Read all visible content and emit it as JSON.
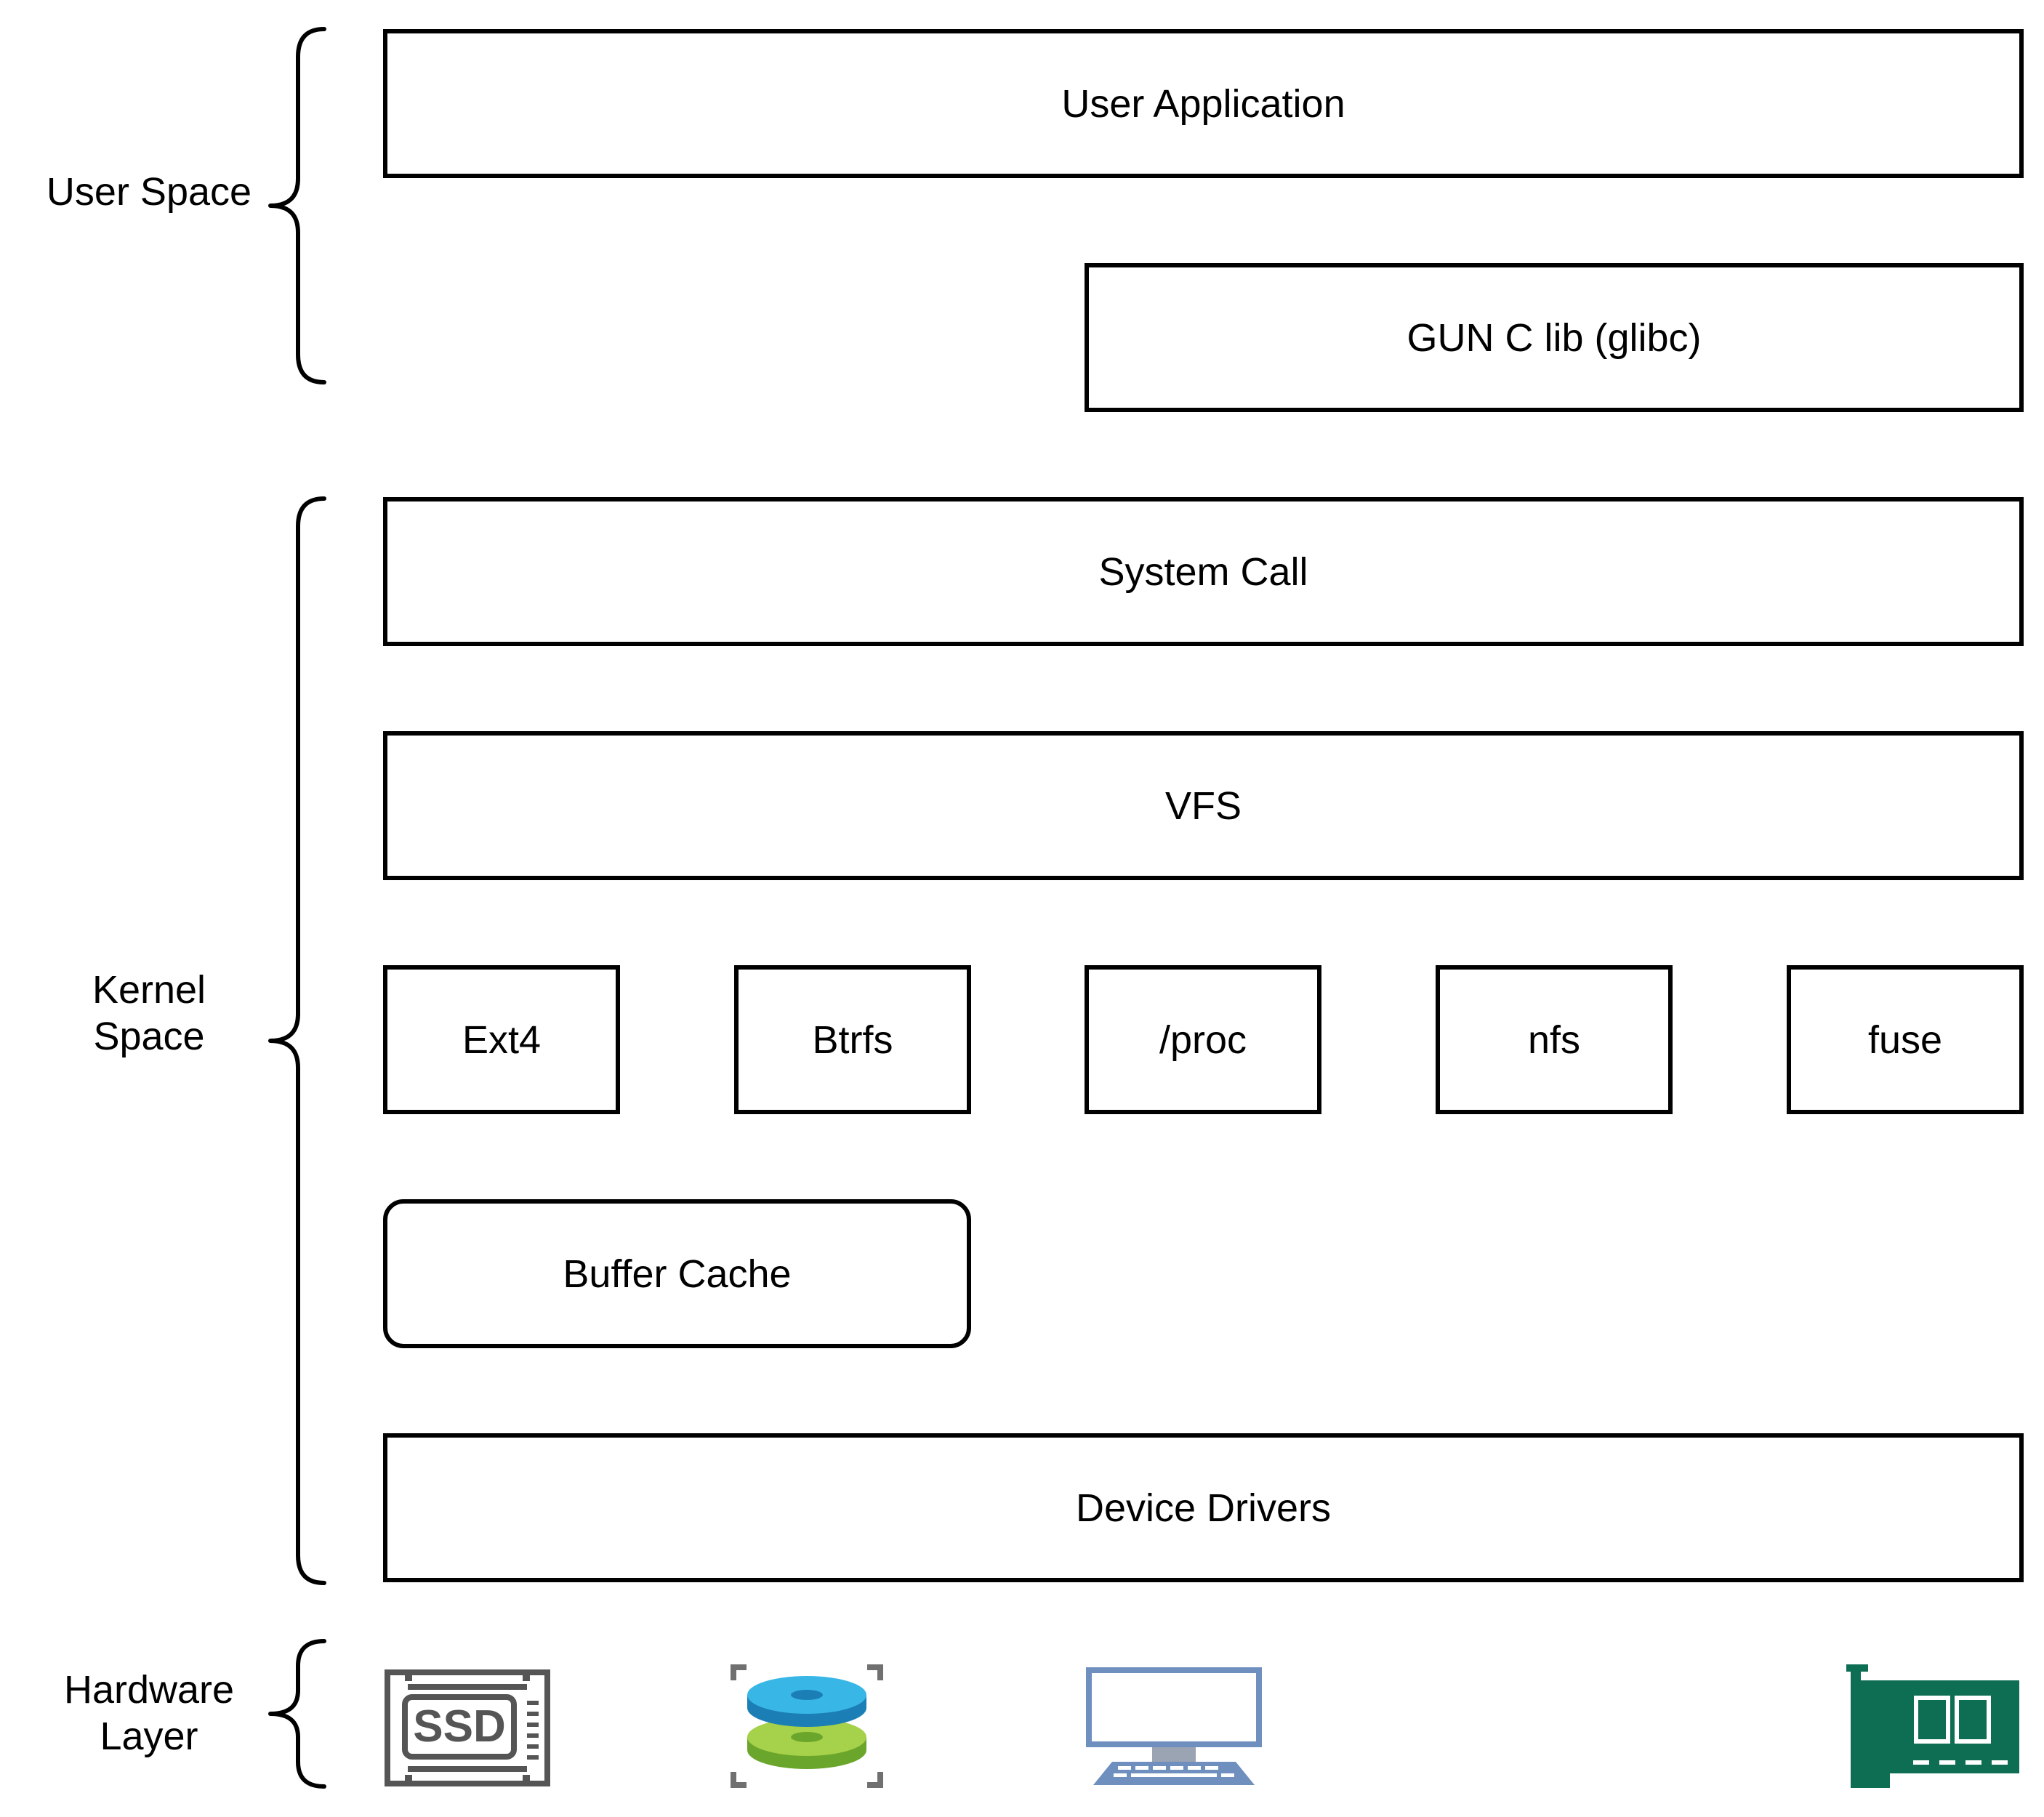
{
  "diagram": {
    "groups": {
      "user_space": "User Space",
      "kernel_space": "Kernel\nSpace",
      "hardware_layer": "Hardware\nLayer"
    },
    "boxes": {
      "user_application": "User Application",
      "glibc": "GUN C lib (glibc)",
      "system_call": "System Call",
      "vfs": "VFS",
      "ext4": "Ext4",
      "btrfs": "Btrfs",
      "proc": "/proc",
      "nfs": "nfs",
      "fuse": "fuse",
      "buffer_cache": "Buffer Cache",
      "device_drivers": "Device Drivers"
    },
    "hardware": {
      "ssd_label": "SSD",
      "icons": [
        "ssd-icon",
        "disk-stack-icon",
        "computer-monitor-icon",
        "network-card-icon"
      ]
    },
    "colors": {
      "stroke": "#000000",
      "ssd_gray": "#555555",
      "disk_blue": "#2aa7d8",
      "disk_green": "#8cc63f",
      "monitor_blue": "#6f8fbf",
      "nic_green": "#0e6e53"
    }
  }
}
